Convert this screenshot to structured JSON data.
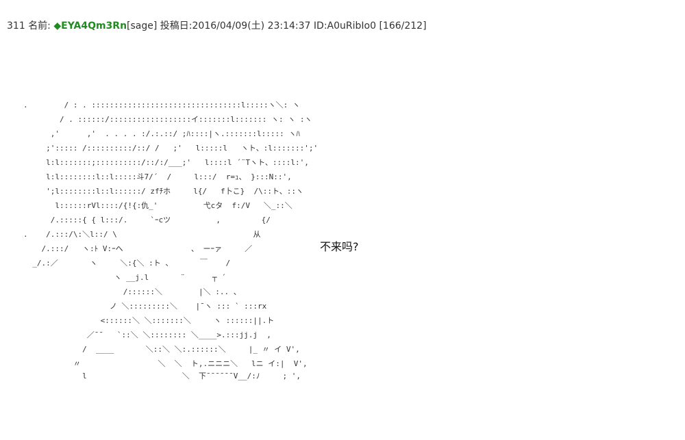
{
  "top_mark": "″",
  "post": {
    "number": "311",
    "name_label": "名前:",
    "name": "◆EYA4Qm3Rn",
    "mail": "[sage]",
    "date_label": "投稿日:",
    "date": "2016/04/09(土) 23:14:37",
    "id": "ID:A0uRibIo0",
    "count": "[166/212]"
  },
  "aa": {
    "lines": [
      ".        / : . :::::::::::::::::::::::::::::::::l:::::ヽ＼: ヽ",
      "        / . ::::::/::::::::::::::::::イ:::::::l::::::: ヽ: ヽ :ヽ",
      "      ,'      ,'  . . . . :/.:.::/ ;ﾊ::::|ヽ.:::::::l::::: ヽﾊ",
      "     ;'::::: /::::::::::/::/ /   ;'   l:::::l   ヽト、:l:::::::';'",
      "     l:l:::::::;::::::::::/::/:/___;'   l::::l ´¨Tヽト、::::l:',",
      "     l:l::::::::l::l:::::斗7/´  /     l:::/  r=ｭ、 }:::N::',",
      "     ';l::::::::l::l::::::/ zfﾁホ     l{/   f卜こ}  /\\::ト、::ヽ",
      "       l::::::rVl::::/{!{:仇_'          弋cタ  f:/V   ＼_::＼",
      "      /.:::::{ { l:::/.     `ｰcツ          ,         {/",
      ".    /.:::/\\:＼l::/ \\                              从",
      "    /.:::/   ヽ:ﾄ V:ｰへ               、 ーｰァ     ／",
      "  _/.:／       ヽ     ＼:{＼ :ト 、      ￣    /",
      "                    ヽ __j.l       ¨      ┬ ´",
      "                      /::::::＼        |＼ :.. 、",
      "                   ノ ＼:::::::::＼    |¯ヽ ::: ` :::rx",
      "                 <::::::＼ ＼:::::::＼     ヽ ::::::||.ト",
      "              ／¯¯   `::＼ ＼:::::::: ＼____>.:::jj.j  ,",
      "             /  ____       ＼::＼ ＼:.::::::＼     |_ 〃 イ V',",
      "           〃                 ＼  ＼  ト,.ニニニ＼   lニ イ:|  V',",
      "             l                     ＼  下¯¯¯¯¯¯V__/:ﾉ     ; ',"
    ]
  },
  "dialog": {
    "text": "不来吗?"
  }
}
